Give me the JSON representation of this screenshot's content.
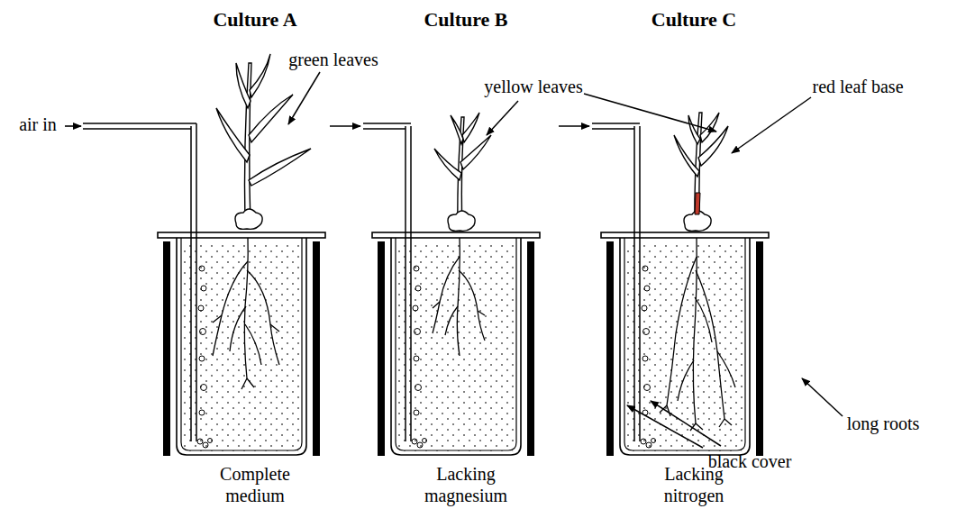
{
  "diagram": {
    "labels": [
      "Culture A",
      "Culture B",
      "Culture C",
      "green leaves",
      "yellow leaves",
      "red leaf base",
      "air in",
      "black cover",
      "long roots",
      "Complete medium",
      "Lacking magnesium",
      "Lacking nitrogen"
    ]
  }
}
